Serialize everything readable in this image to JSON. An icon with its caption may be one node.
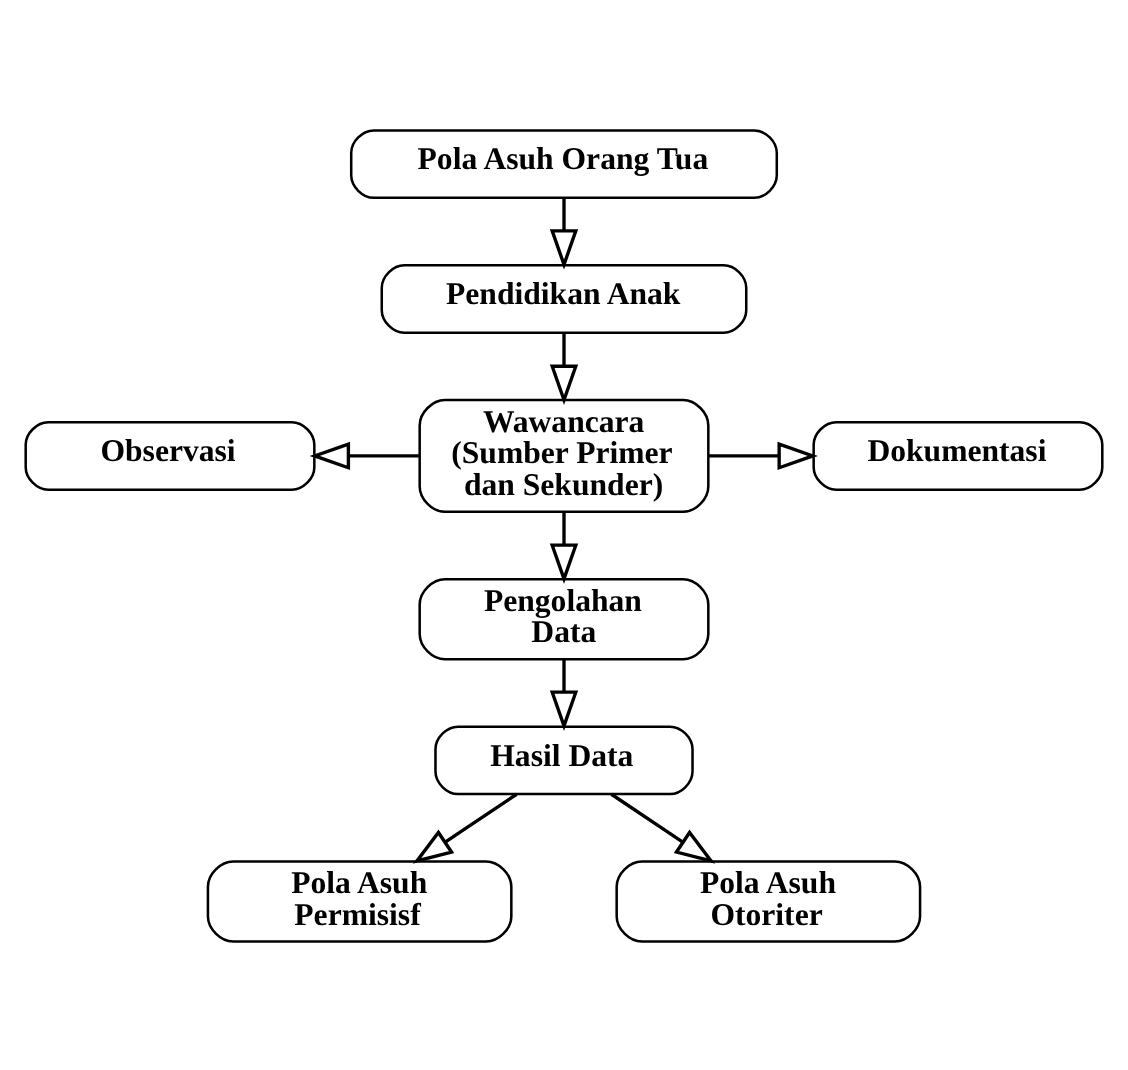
{
  "diagram": {
    "nodes": [
      {
        "text": [
          "Pola Asuh Orang Tua"
        ]
      },
      {
        "text": [
          "Pendidikan Anak"
        ]
      },
      {
        "text": [
          "Observasi"
        ]
      },
      {
        "text": [
          "Wawancara (Sumber Primer dan Sekunder)"
        ]
      },
      {
        "text": [
          "Dokumentasi"
        ]
      },
      {
        "text": [
          "Pengolahan Data"
        ]
      },
      {
        "text": [
          "Hasil Data"
        ]
      },
      {
        "text": [
          "Pola Asuh Permisisf"
        ]
      },
      {
        "text": [
          "Pola Asuh Otoriter"
        ]
      }
    ],
    "edges": [
      {
        "from": 0,
        "to": 1,
        "arrow": "to"
      },
      {
        "from": 1,
        "to": 3,
        "arrow": "to"
      },
      {
        "from": 3,
        "to": 2,
        "arrow": "to"
      },
      {
        "from": 3,
        "to": 4,
        "arrow": "to"
      },
      {
        "from": 3,
        "to": 5,
        "arrow": "to"
      },
      {
        "from": 5,
        "to": 6,
        "arrow": "to"
      },
      {
        "from": 6,
        "to": 7,
        "arrow": "to"
      },
      {
        "from": 6,
        "to": 8,
        "arrow": "to"
      }
    ]
  }
}
